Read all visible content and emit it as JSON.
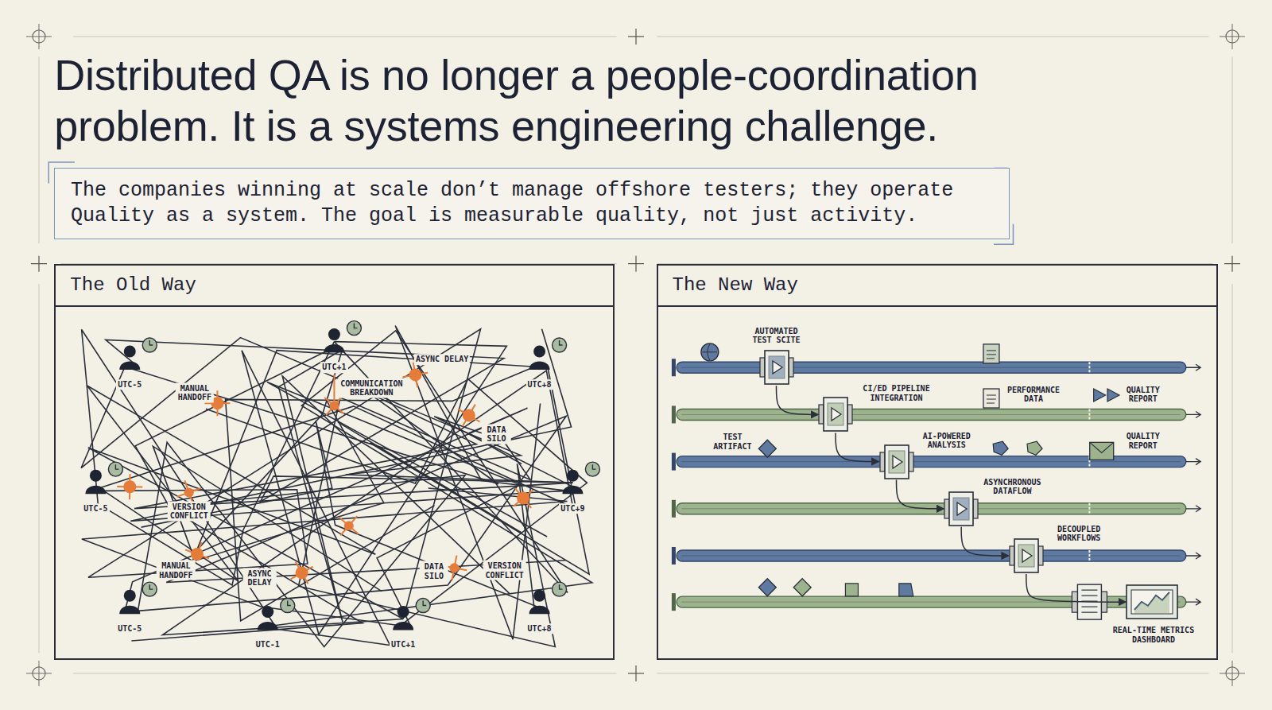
{
  "diagram": {
    "title": "Distributed QA is no longer a people-coordination problem. It is a systems engineering challenge.",
    "caption": "The companies winning at scale don’t manage offshore testers; they operate Quality as a system. The goal is measurable quality, not just activity.",
    "nodes": [
      {
        "text": [
          "The Old Way"
        ]
      },
      {
        "text": [
          "The New Way"
        ]
      },
      {
        "text": [
          "AUTOMATED TEST SCITE"
        ],
        "in": 1
      },
      {
        "text": [
          "CI/ED PIPELINE INTEGRATION"
        ],
        "in": 1
      },
      {
        "text": [
          "AI-POWERED ANALYSIS"
        ],
        "in": 1
      },
      {
        "text": [
          "ASYNCHRONOUS DATAFLOW"
        ],
        "in": 1
      },
      {
        "text": [
          "DECOUPLED WORKFLOWS"
        ],
        "in": 1
      },
      {
        "text": [
          "REAL-TIME METRICS DASHBOARD"
        ],
        "in": 1
      }
    ],
    "edges": [
      {
        "from": 2,
        "to": 3,
        "arrow": "to"
      },
      {
        "from": 3,
        "to": 4,
        "arrow": "to"
      },
      {
        "from": 4,
        "to": 5,
        "arrow": "to"
      },
      {
        "from": 5,
        "to": 6,
        "arrow": "to"
      },
      {
        "from": 6,
        "to": 7,
        "arrow": "to"
      }
    ],
    "labels": [
      "UTC-5",
      "UTC+1",
      "UTC+8",
      "UTC-5",
      "UTC+9",
      "UTC-5",
      "UTC-1",
      "UTC+1",
      "UTC+8",
      "MANUAL HANDOFF",
      "COMMUNICATION BREAKDOWN",
      "ASYNC DELAY",
      "DATA SILO",
      "VERSION CONFLICT",
      "MANUAL HANDOFF",
      "ASYNC DELAY",
      "DATA SILO",
      "VERSION CONFLICT",
      "TEST ARTIFACT",
      "PERFORMANCE DATA",
      "QUALITY REPORT",
      "QUALITY REPORT"
    ]
  }
}
